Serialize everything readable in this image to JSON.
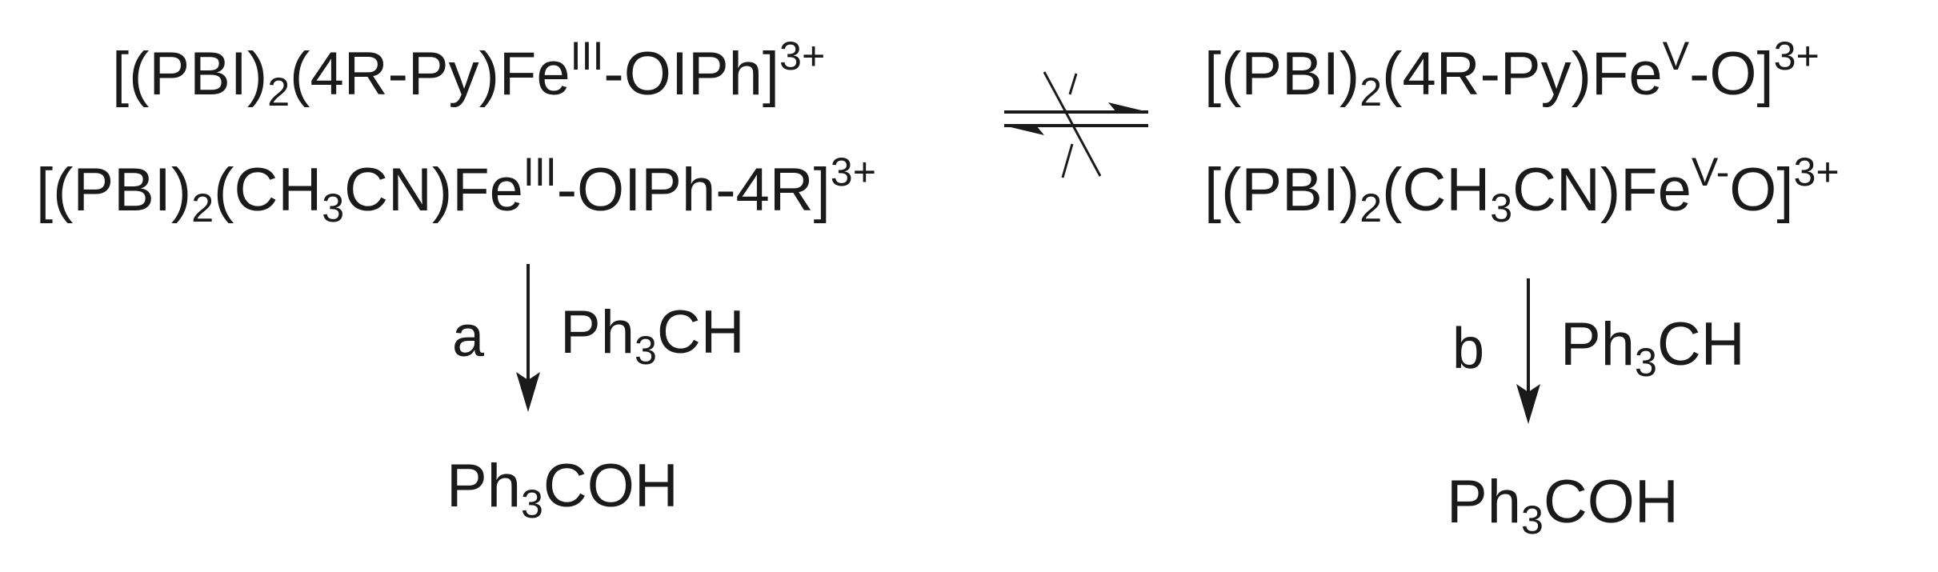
{
  "left": {
    "line1": {
      "a": "[(PBI)",
      "sub1": "2",
      "b": "(4R-Py)Fe",
      "ox": "III",
      "c": "-OIPh]",
      "charge": "3+"
    },
    "line2": {
      "a": "[(PBI)",
      "sub1": "2",
      "b": "(CH",
      "sub2": "3",
      "c": "CN)Fe",
      "ox": "III",
      "d": "-OIPh-4R]",
      "charge": "3+"
    },
    "step_label": "a",
    "reagent": {
      "a": "Ph",
      "sub": "3",
      "b": "CH"
    },
    "product": {
      "a": "Ph",
      "sub": "3",
      "b": "COH"
    }
  },
  "right": {
    "line1": {
      "a": "[(PBI)",
      "sub1": "2",
      "b": "(4R-Py)Fe",
      "ox": "V",
      "c": "-O]",
      "charge": "3+"
    },
    "line2": {
      "a": "[(PBI)",
      "sub1": "2",
      "b": "(CH",
      "sub2": "3",
      "c": "CN)Fe",
      "ox": "V-",
      "d": "O]",
      "charge": "3+"
    },
    "step_label": "b",
    "reagent": {
      "a": "Ph",
      "sub": "3",
      "b": "CH"
    },
    "product": {
      "a": "Ph",
      "sub": "3",
      "b": "COH"
    }
  }
}
